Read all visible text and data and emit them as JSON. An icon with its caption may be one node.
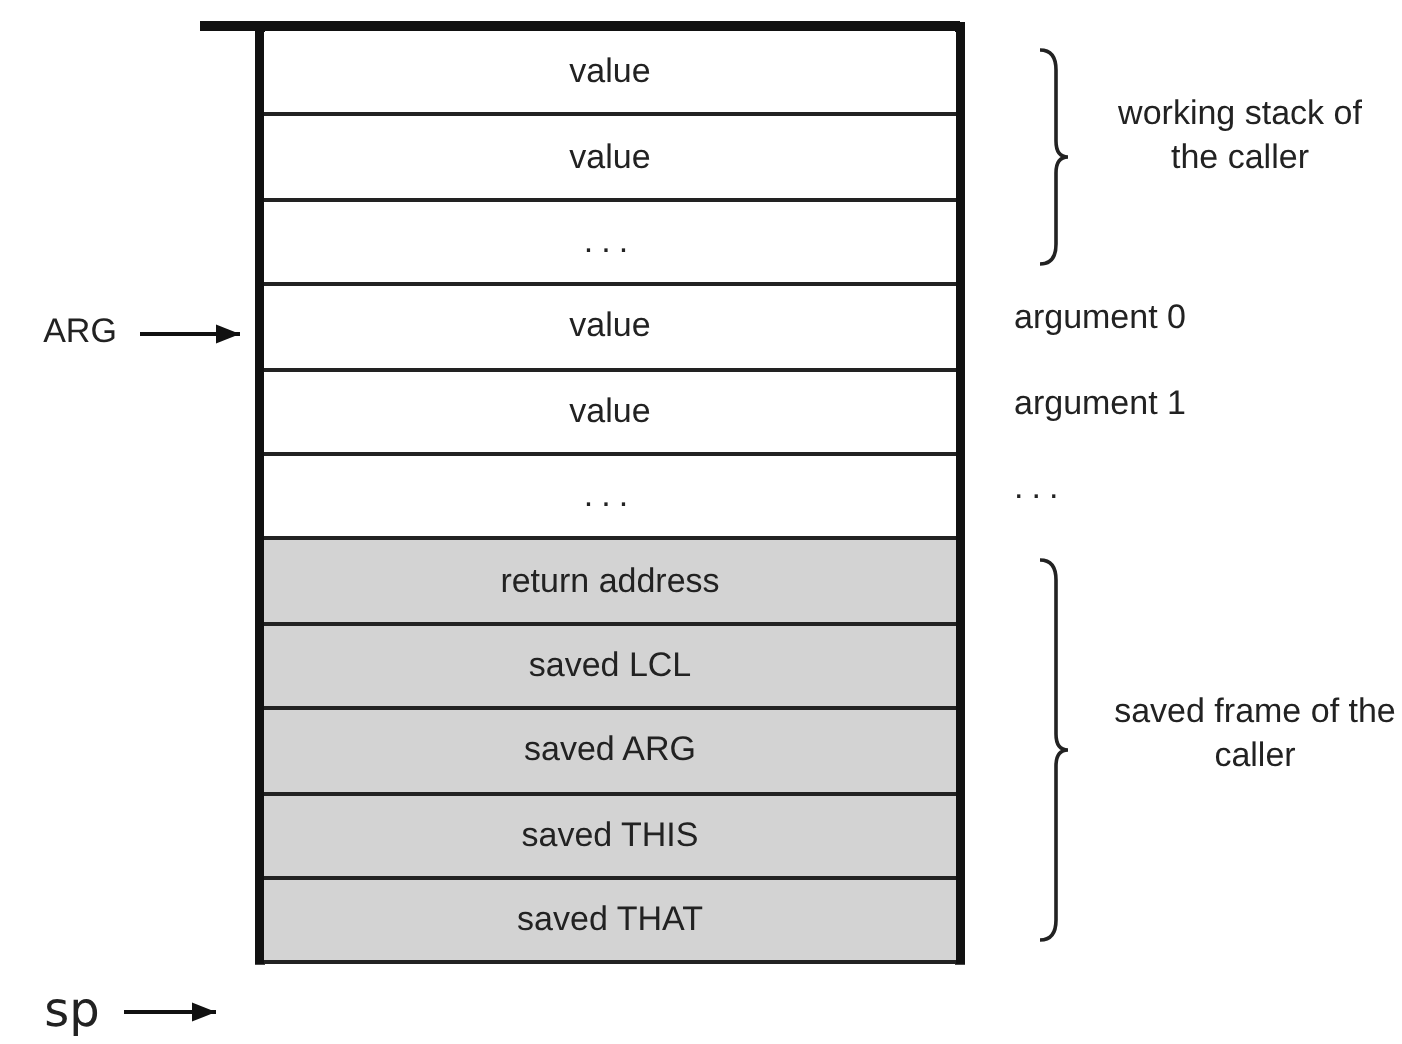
{
  "diagram": {
    "nodes": [
      {
        "text": [
          "value"
        ]
      },
      {
        "text": [
          "value"
        ]
      },
      {
        "text": [
          "..."
        ]
      },
      {
        "text": [
          "value"
        ]
      },
      {
        "text": [
          "value"
        ]
      },
      {
        "text": [
          "..."
        ]
      },
      {
        "text": [
          "return address"
        ]
      },
      {
        "text": [
          "saved LCL"
        ]
      },
      {
        "text": [
          "saved ARG"
        ]
      },
      {
        "text": [
          "saved THIS"
        ]
      },
      {
        "text": [
          "saved THAT"
        ]
      },
      {
        "text": [
          "ARG"
        ]
      },
      {
        "text": [
          "sp"
        ]
      }
    ],
    "edges": [
      {
        "from": 11,
        "to": 3,
        "arrow": "to"
      },
      {
        "from": 12,
        "to": null,
        "arrow": "to"
      }
    ],
    "labels": [
      "working stack of the caller",
      "argument 0",
      "argument 1",
      "...",
      "saved frame of the caller"
    ]
  }
}
